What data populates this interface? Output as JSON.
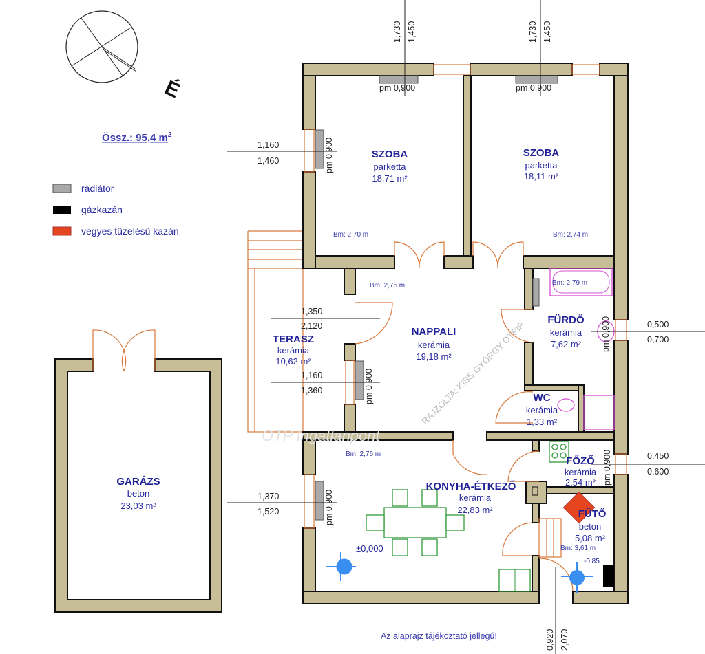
{
  "total_area": "Össz.: 95,4 m",
  "total_area_sup": "2",
  "north_label": "É",
  "legend": [
    {
      "label": "radiátor",
      "color": "#a9a9a9"
    },
    {
      "label": "gázkazán",
      "color": "#000000"
    },
    {
      "label": "vegyes tüzelésű kazán",
      "color": "#e5461f"
    }
  ],
  "rooms": {
    "szoba1": {
      "name": "SZOBA",
      "floor": "parketta",
      "area": "18,71 m²",
      "height": "Bm: 2,70 m"
    },
    "szoba2": {
      "name": "SZOBA",
      "floor": "parketta",
      "area": "18,11 m²",
      "height": "Bm: 2,74 m"
    },
    "nappali": {
      "name": "NAPPALI",
      "floor": "kerámia",
      "area": "19,18 m²",
      "height": "Bm: 2,75 m"
    },
    "terasz": {
      "name": "TERASZ",
      "floor": "kerámia",
      "area": "10,62 m²"
    },
    "furdo": {
      "name": "FÜRDŐ",
      "floor": "kerámia",
      "area": "7,62 m²",
      "height": "Bm: 2,79 m"
    },
    "wc": {
      "name": "WC",
      "floor": "kerámia",
      "area": "1,33 m²"
    },
    "fozo": {
      "name": "FŐZŐ",
      "floor": "kerámia",
      "area": "2,54 m²"
    },
    "konyha": {
      "name": "KONYHA-ÉTKEZŐ",
      "floor": "kerámia",
      "area": "22,83 m²",
      "height": "Bm: 2,76 m"
    },
    "futo": {
      "name": "FŰTŐ",
      "floor": "beton",
      "area": "5,08 m²",
      "height": "Bm: 3,61 m"
    },
    "garazs": {
      "name": "GARÁZS",
      "floor": "beton",
      "area": "23,03 m²"
    }
  },
  "dimensions": {
    "top1": [
      "1,730",
      "1,450"
    ],
    "top2": [
      "1,730",
      "1,450"
    ],
    "szoba_left": [
      "1,160",
      "1,460"
    ],
    "terasz_door": [
      "1,350",
      "2,120"
    ],
    "nappali_win": [
      "1,160",
      "1,360"
    ],
    "konyha_win": [
      "1,370",
      "1,520"
    ],
    "furdo_win": [
      "0,500",
      "0,700"
    ],
    "fozo_win": [
      "0,450",
      "0,600"
    ],
    "bottom": [
      "0,920",
      "2,070"
    ]
  },
  "parapet": "pm 0,900",
  "levels": {
    "main": "±0,000",
    "boiler": "-0,85"
  },
  "note": "Az alaprajz tájékoztató jellegű!",
  "watermarks": {
    "author": "RAJZOLTA: KISS GYÖRGY OTPIP",
    "brand": "OTP Ingatlanpont"
  }
}
